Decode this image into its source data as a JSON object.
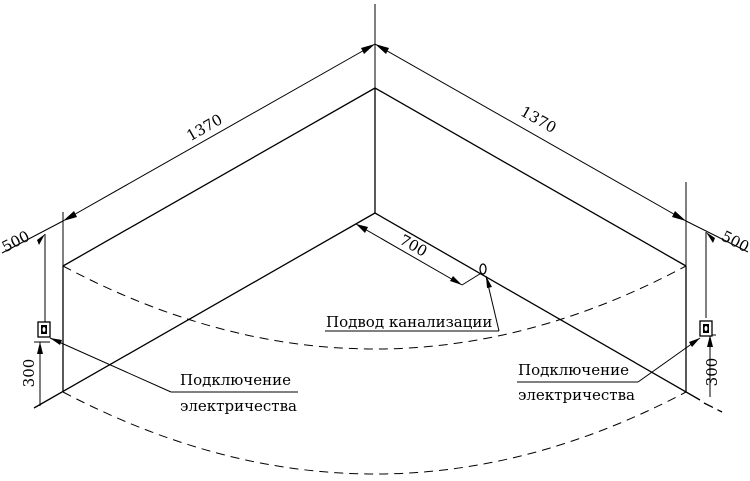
{
  "dimensions": {
    "left_wall_length": "1370",
    "right_wall_length": "1370",
    "drain_offset": "700",
    "left_side_offset": "500",
    "right_side_offset": "500",
    "left_outlet_height": "300",
    "right_outlet_height": "300"
  },
  "labels": {
    "drain": "Подвод канализации",
    "left_outlet_line1": "Подключение",
    "left_outlet_line2": "электричества",
    "right_outlet_line1": "Подключение",
    "right_outlet_line2": "электричества"
  }
}
